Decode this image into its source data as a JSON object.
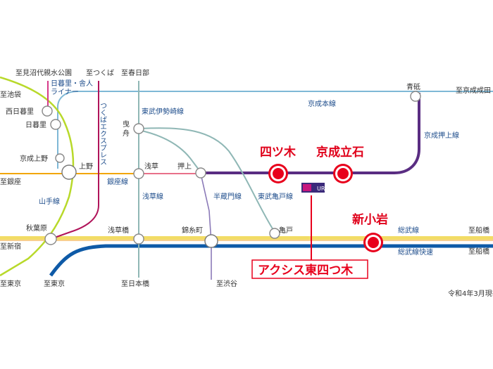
{
  "colors": {
    "yamanote": "#b8d92a",
    "keisei_main": "#7fb8d6",
    "keisei_oshiage": "#5a2d82",
    "tobu": "#8fb7b5",
    "tsukuba": "#b0145a",
    "ginza": "#f2a600",
    "asakusa": "#e8708a",
    "sobu": "#f2dc66",
    "sobu_rapid": "#0e5aa7",
    "hanzomon": "#8b7ab8",
    "chuo": "#f08c2a",
    "highlight": "#e8001c"
  },
  "directions": {
    "minuma": "至見沼代親水公園",
    "tsukuba": "至つくば",
    "kasukabe": "至春日部",
    "ikebukuro": "至池袋",
    "ginza": "至銀座",
    "shinjuku": "至新宿",
    "tokyo1": "至東京",
    "tokyo2": "至東京",
    "nihonbashi": "至日本橋",
    "shibuya": "至渋谷",
    "narita": "至京成成田",
    "funabashi1": "至船橋",
    "funabashi2": "至船橋"
  },
  "lines": {
    "nippori_toneri": "日暮里・舎人",
    "liner": "ライナー",
    "tsukuba_express": "つくばエクスプレス",
    "tobu_isesaki": "東武伊勢崎線",
    "keisei_main": "京成本線",
    "keisei_oshiage": "京成押上線",
    "ginza": "銀座線",
    "asakusa": "浅草線",
    "hanzomon": "半蔵門線",
    "tobu_kameido": "東武亀戸線",
    "yamanote": "山手線",
    "sobu": "総武線",
    "sobu_rapid": "総武線快速"
  },
  "stations": {
    "nishi_nippori": "西日暮里",
    "nippori": "日暮里",
    "keisei_ueno": "京成上野",
    "ueno": "上野",
    "akihabara": "秋葉原",
    "hikifune_1": "曳",
    "hikifune_2": "舟",
    "asakusa": "浅草",
    "oshiage": "押上",
    "asakusabashi": "浅草橋",
    "kinshicho": "錦糸町",
    "kameido": "亀戸",
    "aoto": "青砥",
    "yotsugi": "四ツ木",
    "keisei_tateishi": "京成立石",
    "shin_koiwa": "新小岩"
  },
  "property": {
    "logo_text": "UR",
    "name": "アクシス東四つ木"
  },
  "note": "令和4年3月現在"
}
